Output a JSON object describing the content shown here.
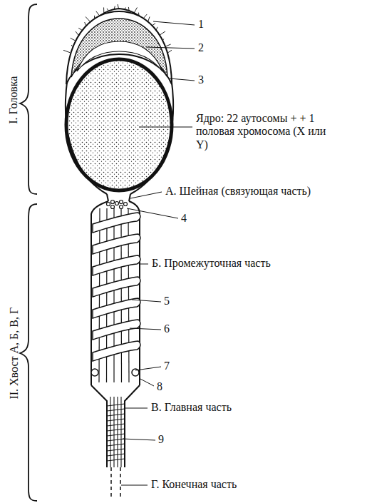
{
  "diagram": {
    "labels": [
      "I. Головка",
      "1",
      "2",
      "3",
      "Ядро: 22 аутосомы + + 1 половая хромосома (X или Y)",
      "А. Шейная (связующая часть)",
      "4",
      "Б. Промежуточная часть",
      "5",
      "6",
      "7",
      "8",
      "В. Главная часть",
      "9",
      "Г. Конечная часть",
      "II. Хвост А, Б, В, Г"
    ]
  }
}
